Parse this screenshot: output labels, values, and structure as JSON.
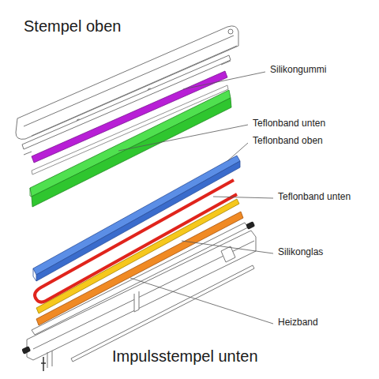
{
  "diagram": {
    "labels": [
      "Stempel oben",
      "Silikongummi",
      "Teflonband unten",
      "Teflonband oben",
      "Teflonband unten",
      "Silikonglas",
      "Heizband",
      "Impulsstempel unten"
    ]
  }
}
